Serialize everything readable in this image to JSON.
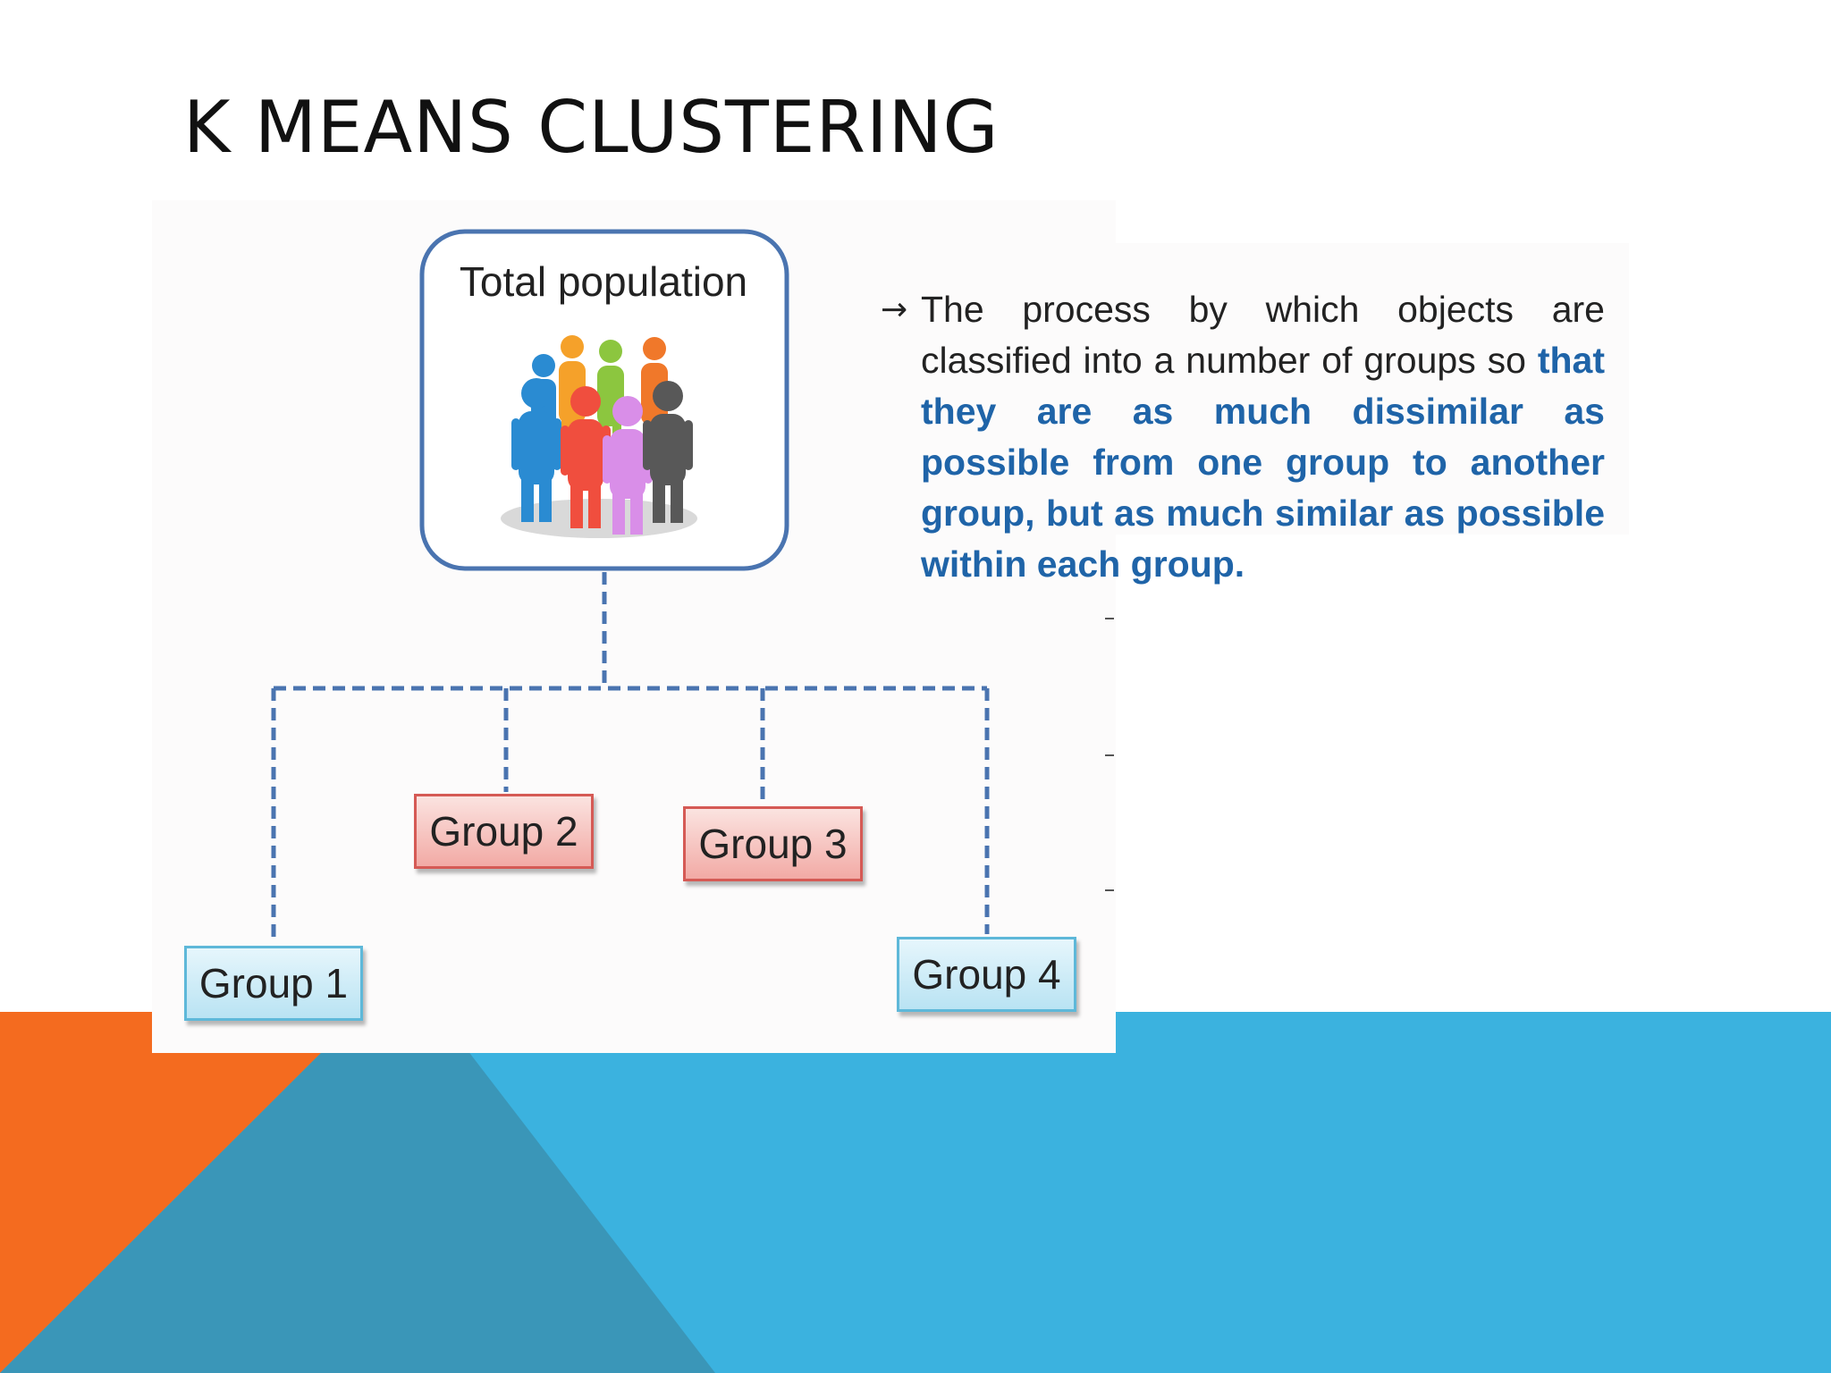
{
  "slide": {
    "title": "K MEANS CLUSTERING"
  },
  "diagram": {
    "root": {
      "label": "Total population",
      "icon": "people-group-icon"
    },
    "groups": [
      {
        "label": "Group 1",
        "color": "#b9e3f3"
      },
      {
        "label": "Group 2",
        "color": "#f2aaa5"
      },
      {
        "label": "Group 3",
        "color": "#f2aaa5"
      },
      {
        "label": "Group 4",
        "color": "#b9e3f3"
      }
    ],
    "definition": {
      "arrow": "→",
      "plain": "The process by which objects are classified into a number of groups so ",
      "highlight": "that they are as much dissimilar as possible from one group to another group, but  as much similar as possible within each group."
    }
  },
  "colors": {
    "orange": "#f46b1f",
    "teal": "#3a96b8",
    "blue": "#3bb2df",
    "box_border": "#4a74b0",
    "highlight_text": "#1f64a8"
  }
}
